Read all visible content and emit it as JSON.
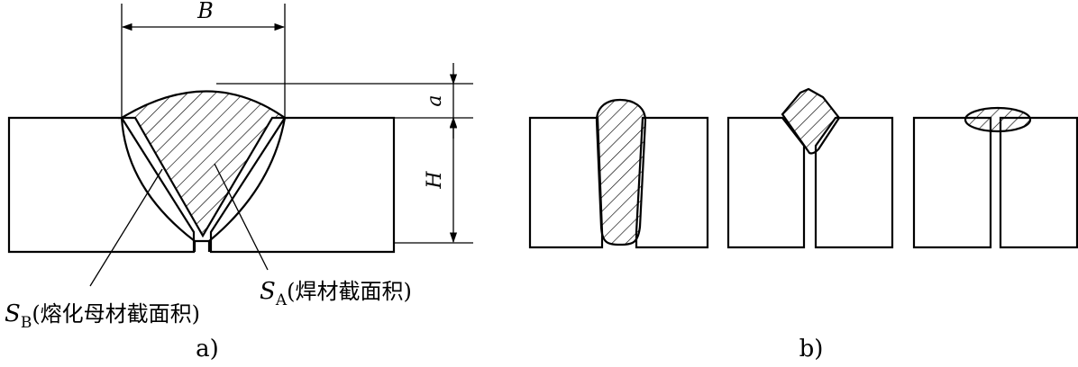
{
  "panel_a": {
    "caption": "a)",
    "dim_width": "B",
    "dim_reinforcement": "a",
    "dim_penetration": "H",
    "label_sb_symbol": "S",
    "label_sb_subscript": "B",
    "label_sb_text": "(熔化母材截面积)",
    "label_sa_symbol": "S",
    "label_sa_subscript": "A",
    "label_sa_text": "(焊材截面积)"
  },
  "panel_b": {
    "caption": "b)"
  }
}
